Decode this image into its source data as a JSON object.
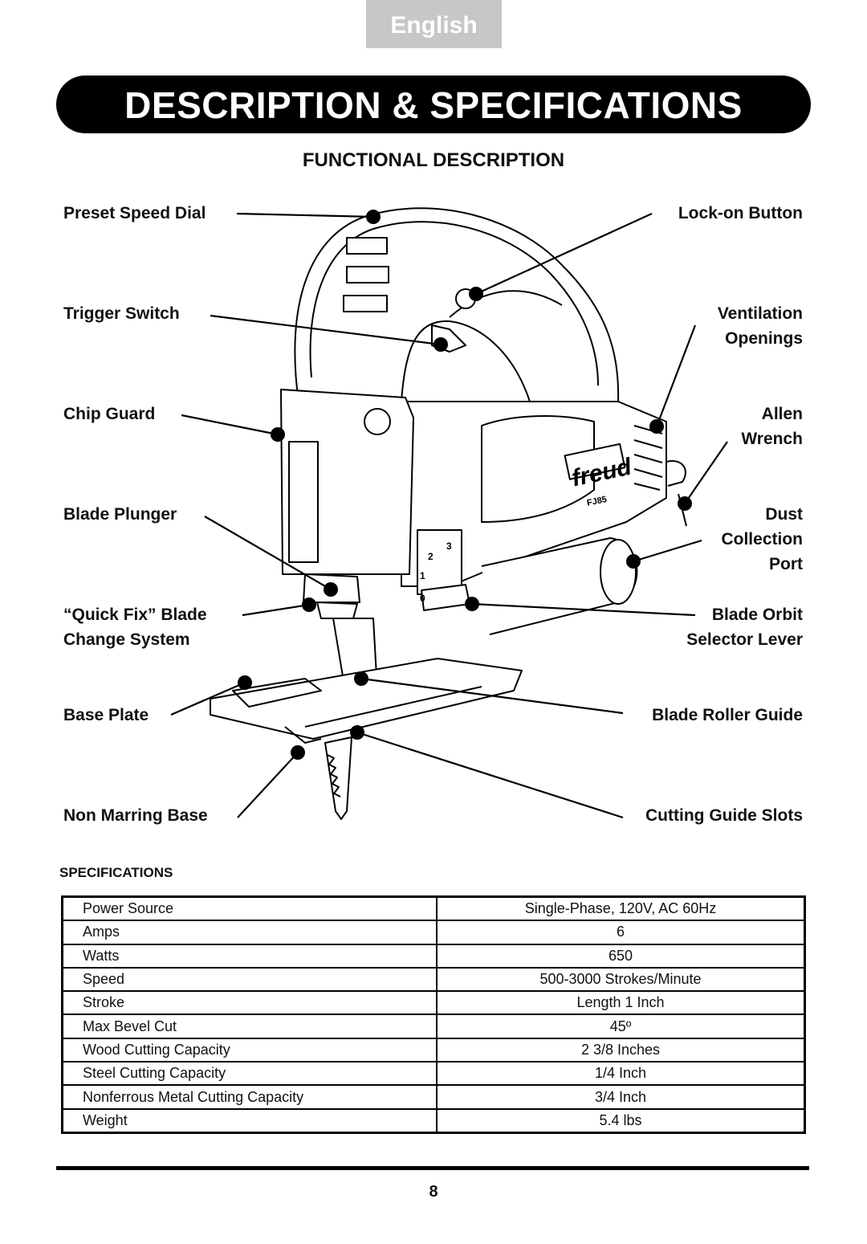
{
  "header": {
    "language_tab": "English",
    "banner_title": "DESCRIPTION & SPECIFICATIONS"
  },
  "functional": {
    "heading": "FUNCTIONAL DESCRIPTION",
    "left_labels": {
      "preset_speed_dial": "Preset Speed Dial",
      "trigger_switch": "Trigger Switch",
      "chip_guard": "Chip Guard",
      "blade_plunger": "Blade Plunger",
      "quick_fix_1": "“Quick Fix” Blade",
      "quick_fix_2": "Change System",
      "base_plate": "Base Plate",
      "non_marring_base": "Non Marring Base"
    },
    "right_labels": {
      "lock_on_button": "Lock-on Button",
      "ventilation_1": "Ventilation",
      "ventilation_2": "Openings",
      "allen_1": "Allen",
      "allen_2": "Wrench",
      "dust_1": "Dust",
      "dust_2": "Collection",
      "dust_3": "Port",
      "orbit_1": "Blade Orbit",
      "orbit_2": "Selector Lever",
      "blade_roller_guide": "Blade Roller Guide",
      "cutting_guide_slots": "Cutting Guide Slots"
    },
    "tool_brand": "freud",
    "tool_model": "FJ85",
    "orbit_numbers": [
      "2",
      "3",
      "1",
      "0"
    ]
  },
  "specifications": {
    "heading": "SPECIFICATIONS",
    "rows": [
      {
        "label": "Power Source",
        "value": "Single-Phase, 120V, AC 60Hz"
      },
      {
        "label": "Amps",
        "value": "6"
      },
      {
        "label": "Watts",
        "value": "650"
      },
      {
        "label": "Speed",
        "value": "500-3000 Strokes/Minute"
      },
      {
        "label": "Stroke",
        "value": "Length 1 Inch"
      },
      {
        "label": "Max Bevel Cut",
        "value": "45º"
      },
      {
        "label": "Wood Cutting Capacity",
        "value": "2 3/8 Inches"
      },
      {
        "label": "Steel Cutting Capacity",
        "value": "1/4 Inch"
      },
      {
        "label": "Nonferrous Metal Cutting Capacity",
        "value": "3/4 Inch"
      },
      {
        "label": "Weight",
        "value": "5.4 lbs"
      }
    ]
  },
  "footer": {
    "page_number": "8"
  }
}
